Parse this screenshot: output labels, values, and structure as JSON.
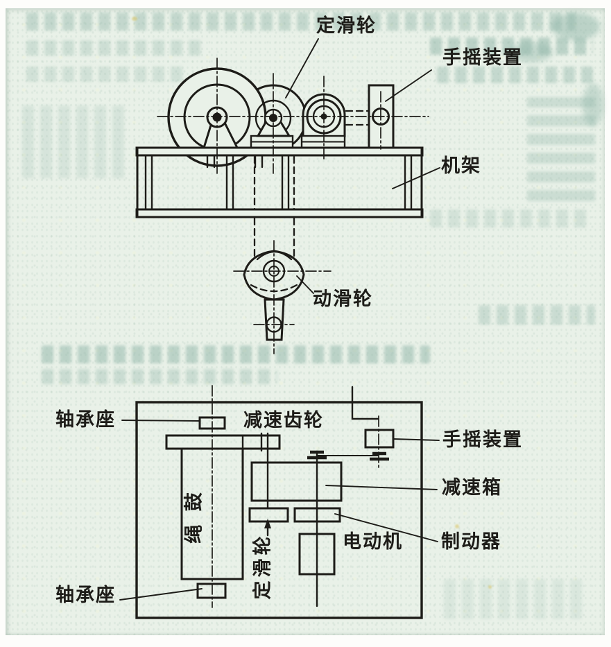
{
  "colors": {
    "paper": "#e9f1e8",
    "ink": "#1d1c18",
    "bleed": "#8fb5a8"
  },
  "elevation": {
    "fixed_pulley": "定滑轮",
    "hand_crank": "手摇装置",
    "frame": "机架",
    "movable_pulley": "动滑轮"
  },
  "plan": {
    "bearing_seat_top": "轴承座",
    "reduction_gear": "减速齿轮",
    "hand_crank": "手摇装置",
    "reduction_box": "减速箱",
    "motor": "电动机",
    "brake": "制动器",
    "bearing_seat_bottom": "轴承座",
    "rope_drum": "绳 鼓",
    "fixed_pulley": "定滑轮"
  }
}
